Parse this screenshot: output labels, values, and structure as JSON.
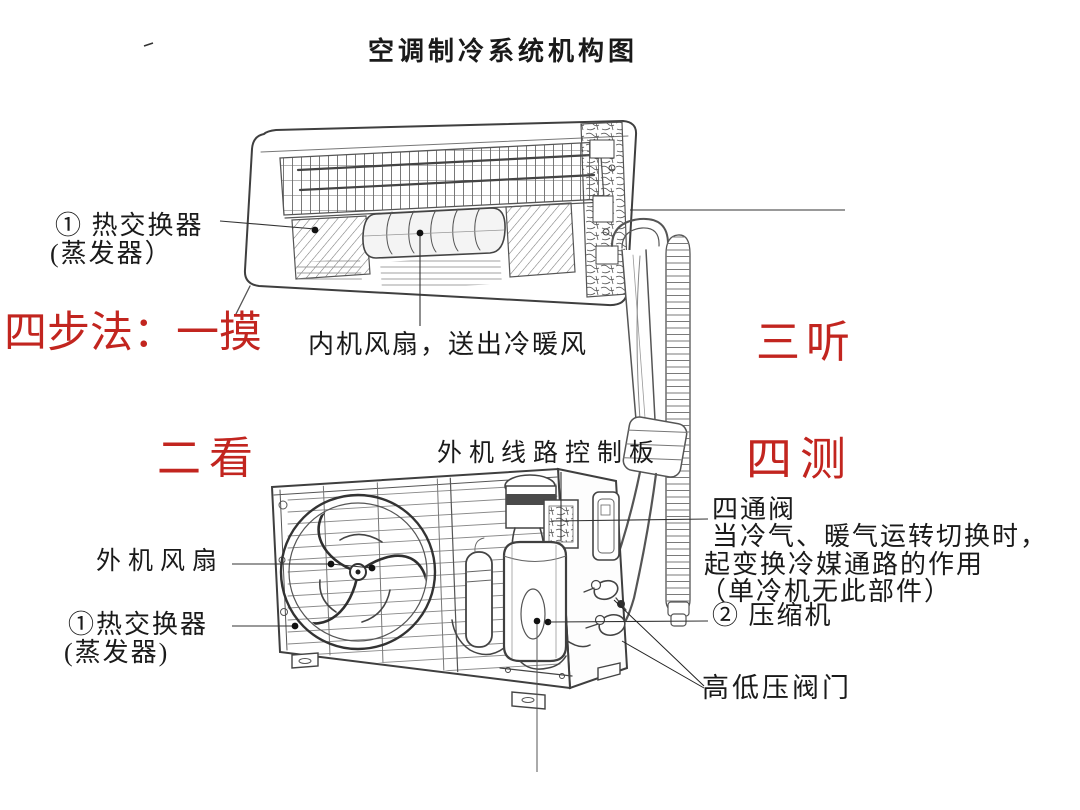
{
  "title": "空调制冷系统机构图",
  "colors": {
    "annotation_red": "#c2251f",
    "ink": "#333333",
    "label_text": "#1a1a1a",
    "background": "#ffffff"
  },
  "red_annotations": {
    "method": "四步法：一摸",
    "step_two": "二看",
    "step_three": "三听",
    "step_four": "四测"
  },
  "indoor_unit": {
    "heat_exchanger_label": "① 热交换器",
    "heat_exchanger_sub": "(蒸发器）",
    "fan_label": "内机风扇，送出冷暖风"
  },
  "outdoor_unit": {
    "control_board_label": "外机线路控制板",
    "fan_label": "外机风扇",
    "heat_exchanger_label": "①热交换器",
    "heat_exchanger_sub": "(蒸发器)",
    "four_way_valve": {
      "name": "四通阀",
      "desc_line1": "当冷气、暖气运转切换时，",
      "desc_line2": "起变换冷媒通路的作用",
      "desc_line3": "（单冷机无此部件）"
    },
    "compressor_label": "② 压缩机",
    "valves_label": "高低压阀门"
  }
}
